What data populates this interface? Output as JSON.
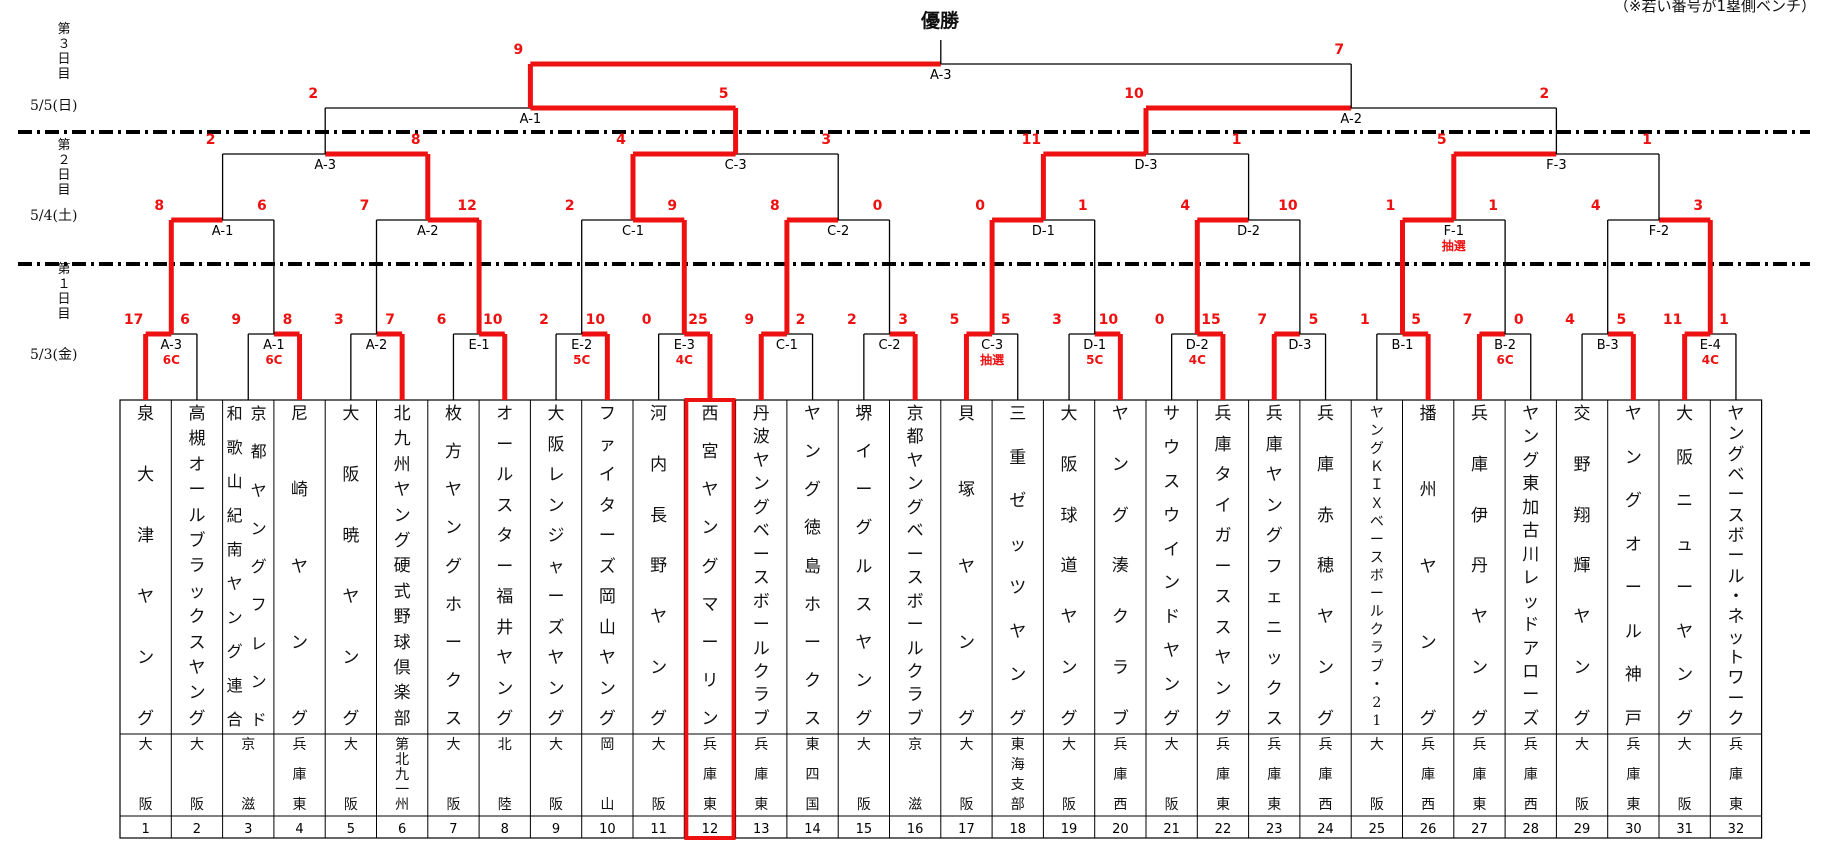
{
  "title": "優勝",
  "note": "（※若い番号が1塁側ベンチ）",
  "day_labels": {
    "day3": "第３日目",
    "day2": "第２日目",
    "day1": "第１日目"
  },
  "dates": {
    "day3": "5/5(日)",
    "day2": "5/4(土)",
    "day1": "5/3(金)"
  },
  "teams": [
    {
      "num": "1",
      "name": "泉大津ヤング",
      "region": "大阪"
    },
    {
      "num": "2",
      "name": "高槻オールブラックスヤング",
      "region": "大阪"
    },
    {
      "num": "3",
      "name": "京都ヤングフレンド",
      "name2": "和歌山紀南ヤング連合",
      "region": "京滋"
    },
    {
      "num": "4",
      "name": "尼崎ヤング",
      "region": "兵庫東"
    },
    {
      "num": "5",
      "name": "大阪暁ヤング",
      "region": "大阪"
    },
    {
      "num": "6",
      "name": "北九州ヤング硬式野球倶楽部",
      "region": "第北九一州"
    },
    {
      "num": "7",
      "name": "枚方ヤングホークス",
      "region": "大阪"
    },
    {
      "num": "8",
      "name": "オールスター福井ヤング",
      "region": "北陸"
    },
    {
      "num": "9",
      "name": "大阪レンジャーズヤング",
      "region": "大阪"
    },
    {
      "num": "10",
      "name": "ファイターズ岡山ヤング",
      "region": "岡山"
    },
    {
      "num": "11",
      "name": "河内長野ヤング",
      "region": "大阪"
    },
    {
      "num": "12",
      "name": "西宮ヤングマーリン",
      "region": "兵庫東"
    },
    {
      "num": "13",
      "name": "丹波ヤングベースボールクラブ",
      "region": "兵庫東"
    },
    {
      "num": "14",
      "name": "ヤング徳島ホークス",
      "region": "東四国"
    },
    {
      "num": "15",
      "name": "堺イーグルスヤング",
      "region": "大阪"
    },
    {
      "num": "16",
      "name": "京都ヤングベースボールクラブ",
      "region": "京滋"
    },
    {
      "num": "17",
      "name": "貝塚ヤング",
      "region": "大阪"
    },
    {
      "num": "18",
      "name": "三重ゼッツヤング",
      "region": "東海支部"
    },
    {
      "num": "19",
      "name": "大阪球道ヤング",
      "region": "大阪"
    },
    {
      "num": "20",
      "name": "ヤング湊クラブ",
      "region": "兵庫西"
    },
    {
      "num": "21",
      "name": "サウスウインドヤング",
      "region": "大阪"
    },
    {
      "num": "22",
      "name": "兵庫タイガーススヤング",
      "region": "兵庫東"
    },
    {
      "num": "23",
      "name": "兵庫ヤングフェニックス",
      "region": "兵庫東"
    },
    {
      "num": "24",
      "name": "兵庫赤穂ヤング",
      "region": "兵庫西"
    },
    {
      "num": "25",
      "name": "ヤングＫＩＸベースボールクラブ・21",
      "region": "大阪"
    },
    {
      "num": "26",
      "name": "播州ヤング",
      "region": "兵庫西"
    },
    {
      "num": "27",
      "name": "兵庫伊丹ヤング",
      "region": "兵庫東"
    },
    {
      "num": "28",
      "name": "ヤング東加古川レッドアローズ",
      "region": "兵庫西"
    },
    {
      "num": "29",
      "name": "交野翔輝ヤング",
      "region": "大阪"
    },
    {
      "num": "30",
      "name": "ヤングオール神戸",
      "region": "兵庫東"
    },
    {
      "num": "31",
      "name": "大阪ニューヤング",
      "region": "大阪"
    },
    {
      "num": "32",
      "name": "ヤングベースボール・ネットワーク",
      "region": "兵庫東"
    }
  ],
  "round1": [
    {
      "label": "A-3",
      "court": "6C",
      "s1": "17",
      "s2": "6",
      "winner": 1
    },
    {
      "label": "A-1",
      "court": "6C",
      "s1": "9",
      "s2": "8",
      "winner": 2
    },
    {
      "label": "A-2",
      "court": "",
      "s1": "3",
      "s2": "7",
      "winner": 2
    },
    {
      "label": "E-1",
      "court": "",
      "s1": "6",
      "s2": "10",
      "winner": 2
    },
    {
      "label": "E-2",
      "court": "5C",
      "s1": "2",
      "s2": "10",
      "winner": 2
    },
    {
      "label": "E-3",
      "court": "4C",
      "s1": "0",
      "s2": "25",
      "winner": 2
    },
    {
      "label": "C-1",
      "court": "",
      "s1": "9",
      "s2": "2",
      "winner": 1
    },
    {
      "label": "C-2",
      "court": "",
      "s1": "2",
      "s2": "3",
      "winner": 2
    },
    {
      "label": "C-3",
      "court": "抽選",
      "s1": "5",
      "s2": "5",
      "winner": 1
    },
    {
      "label": "D-1",
      "court": "5C",
      "s1": "3",
      "s2": "10",
      "winner": 2
    },
    {
      "label": "D-2",
      "court": "4C",
      "s1": "0",
      "s2": "15",
      "winner": 2
    },
    {
      "label": "D-3",
      "court": "",
      "s1": "7",
      "s2": "5",
      "winner": 1
    },
    {
      "label": "B-1",
      "court": "",
      "s1": "1",
      "s2": "5",
      "winner": 2
    },
    {
      "label": "B-2",
      "court": "6C",
      "s1": "7",
      "s2": "0",
      "winner": 1
    },
    {
      "label": "B-3",
      "court": "",
      "s1": "4",
      "s2": "5",
      "winner": 2
    },
    {
      "label": "E-4",
      "court": "4C",
      "s1": "11",
      "s2": "1",
      "winner": 1
    }
  ],
  "round2": [
    {
      "label": "A-1",
      "court": "",
      "s1": "8",
      "s2": "6",
      "winner": 1
    },
    {
      "label": "A-2",
      "court": "",
      "s1": "7",
      "s2": "12",
      "winner": 2
    },
    {
      "label": "C-1",
      "court": "",
      "s1": "2",
      "s2": "9",
      "winner": 2
    },
    {
      "label": "C-2",
      "court": "",
      "s1": "8",
      "s2": "0",
      "winner": 1
    },
    {
      "label": "D-1",
      "court": "",
      "s1": "0",
      "s2": "1",
      "winner": 1
    },
    {
      "label": "D-2",
      "court": "",
      "s1": "4",
      "s2": "10",
      "winner": 1
    },
    {
      "label": "F-1",
      "court": "抽選",
      "s1": "1",
      "s2": "1",
      "winner": 1
    },
    {
      "label": "F-2",
      "court": "",
      "s1": "4",
      "s2": "3",
      "winner": 2
    }
  ],
  "round3": [
    {
      "label": "A-3",
      "s1": "2",
      "s2": "8",
      "winner": 2
    },
    {
      "label": "C-3",
      "s1": "4",
      "s2": "3",
      "winner": 1
    },
    {
      "label": "D-3",
      "s1": "11",
      "s2": "1",
      "winner": 1
    },
    {
      "label": "F-3",
      "s1": "5",
      "s2": "1",
      "winner": 1
    }
  ],
  "semis": [
    {
      "label": "A-1",
      "s1": "2",
      "s2": "5",
      "winner": 2
    },
    {
      "label": "A-2",
      "s1": "10",
      "s2": "2",
      "winner": 1
    }
  ],
  "final": {
    "label": "A-3",
    "s1": "9",
    "s2": "7",
    "winner": 1
  },
  "highlight_team": "12",
  "colors": {
    "win": "#ee1111",
    "line": "#000000",
    "score": "#ee1111"
  }
}
